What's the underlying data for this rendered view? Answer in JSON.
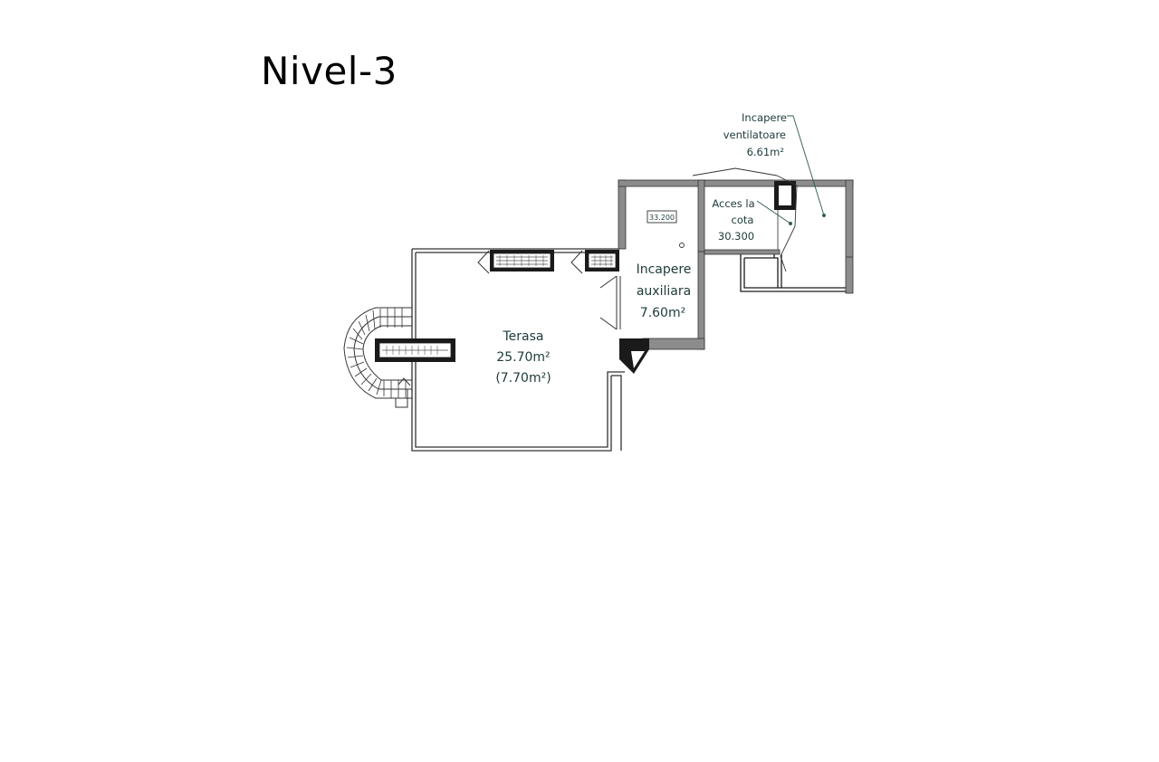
{
  "title": "Nivel-3",
  "colors": {
    "wall_fill": "#8c8c8c",
    "wall_dark": "#1a1a1a",
    "line": "#333333",
    "label": "#1f3a3a",
    "leader": "#2f5a55"
  },
  "rooms": {
    "terasa": {
      "name": "Terasa",
      "area": "25.70m²",
      "area_secondary": "(7.70m²)"
    },
    "auxiliara": {
      "name_line1": "Incapere",
      "name_line2": "auxiliara",
      "area": "7.60m²"
    },
    "ventilatoare": {
      "name_line1": "Incapere",
      "name_line2": "ventilatoare",
      "area": "6.61m²"
    },
    "acces": {
      "line1": "Acces la",
      "line2": "cota",
      "line3": "30.300"
    }
  },
  "level_tag": "33.200"
}
